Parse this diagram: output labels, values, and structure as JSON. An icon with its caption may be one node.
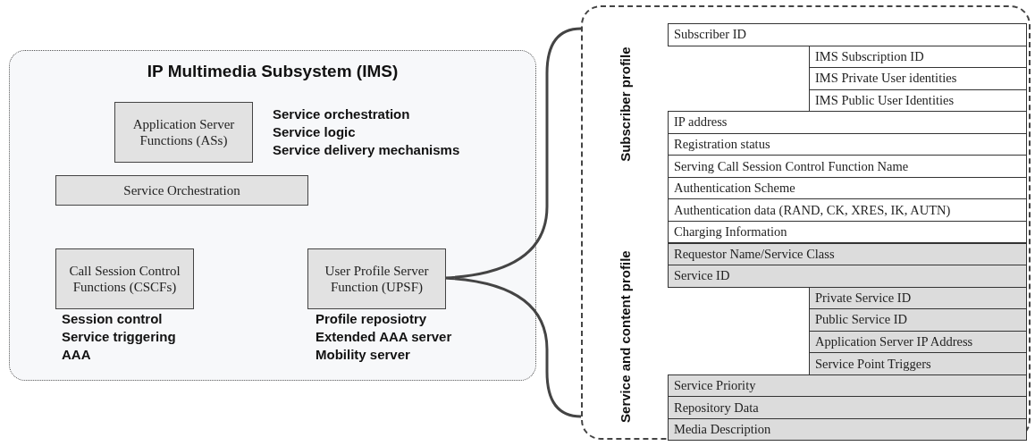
{
  "diagram": {
    "nodes": [
      {
        "text": [
          "IP Multimedia Subsystem (IMS)"
        ]
      },
      {
        "text": [
          "Application Server Functions (ASs)"
        ],
        "in": 0,
        "beside": [
          "Service orchestration",
          "Service logic",
          "Service delivery mechanisms"
        ]
      },
      {
        "text": [
          "Service Orchestration"
        ],
        "in": 0
      },
      {
        "text": [
          "Call Session Control Functions (CSCFs)"
        ],
        "in": 0,
        "beside": [
          "Session control",
          "Service triggering",
          "AAA"
        ]
      },
      {
        "text": [
          "User Profile Server Function (UPSF)"
        ],
        "in": 0,
        "beside": [
          "Profile reposiotry",
          "Extended AAA server",
          "Mobility server"
        ]
      },
      {
        "text": [],
        "shape": "box"
      },
      {
        "text": [
          "Subscriber ID"
        ],
        "in": 5
      },
      {
        "text": [
          "IMS Subscription ID"
        ],
        "in": 5
      },
      {
        "text": [
          "IMS Private User identities"
        ],
        "in": 5
      },
      {
        "text": [
          "IMS Public User Identities"
        ],
        "in": 5
      },
      {
        "text": [
          "IP address"
        ],
        "in": 5
      },
      {
        "text": [
          "Registration status"
        ],
        "in": 5
      },
      {
        "text": [
          "Serving Call Session Control Function Name"
        ],
        "in": 5
      },
      {
        "text": [
          "Authentication Scheme"
        ],
        "in": 5
      },
      {
        "text": [
          "Authentication data (RAND, CK, XRES, IK, AUTN)"
        ],
        "in": 5
      },
      {
        "text": [
          "Charging Information"
        ],
        "in": 5
      },
      {
        "text": [
          "Requestor Name/Service Class"
        ],
        "in": 5
      },
      {
        "text": [
          "Service ID"
        ],
        "in": 5
      },
      {
        "text": [
          "Private Service ID"
        ],
        "in": 5
      },
      {
        "text": [
          "Public Service ID"
        ],
        "in": 5
      },
      {
        "text": [
          "Application Server IP Address"
        ],
        "in": 5
      },
      {
        "text": [
          "Service Point Triggers"
        ],
        "in": 5
      },
      {
        "text": [
          "Service Priority"
        ],
        "in": 5
      },
      {
        "text": [
          "Repository Data"
        ],
        "in": 5
      },
      {
        "text": [
          "Media Description"
        ],
        "in": 5
      }
    ],
    "edges": [
      {
        "from": 4,
        "to": 5,
        "arrow": "none"
      }
    ],
    "labels": [
      "Subscriber profile",
      "Service and content profile"
    ]
  }
}
